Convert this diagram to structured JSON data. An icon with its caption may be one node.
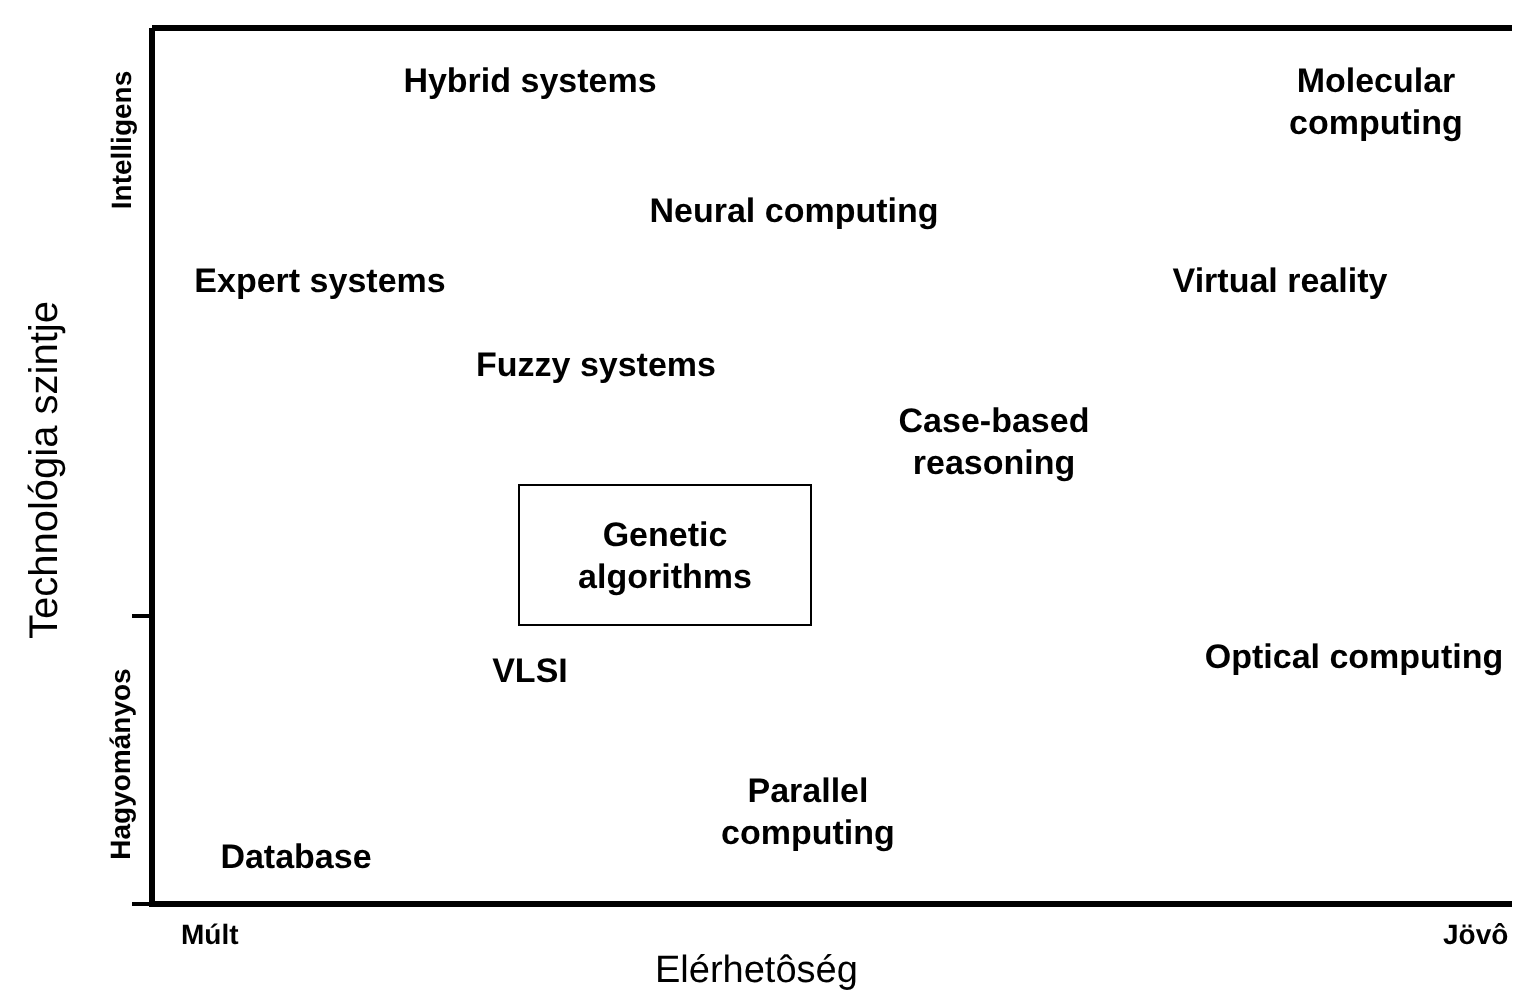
{
  "diagram": {
    "nodes": [
      {
        "text": [
          "Genetic algorithms"
        ]
      }
    ],
    "edges": [],
    "labels": [
      "Intelligens",
      "Hybrid systems",
      "Molecular computing",
      "Neural computing",
      "Expert systems",
      "Virtual reality",
      "Fuzzy systems",
      "Case-based reasoning",
      "Technológia szintje",
      "VLSI",
      "Optical computing",
      "Hagyományos",
      "Parallel computing",
      "Database",
      "Múlt",
      "Jövô",
      "Elérhetôség"
    ]
  }
}
